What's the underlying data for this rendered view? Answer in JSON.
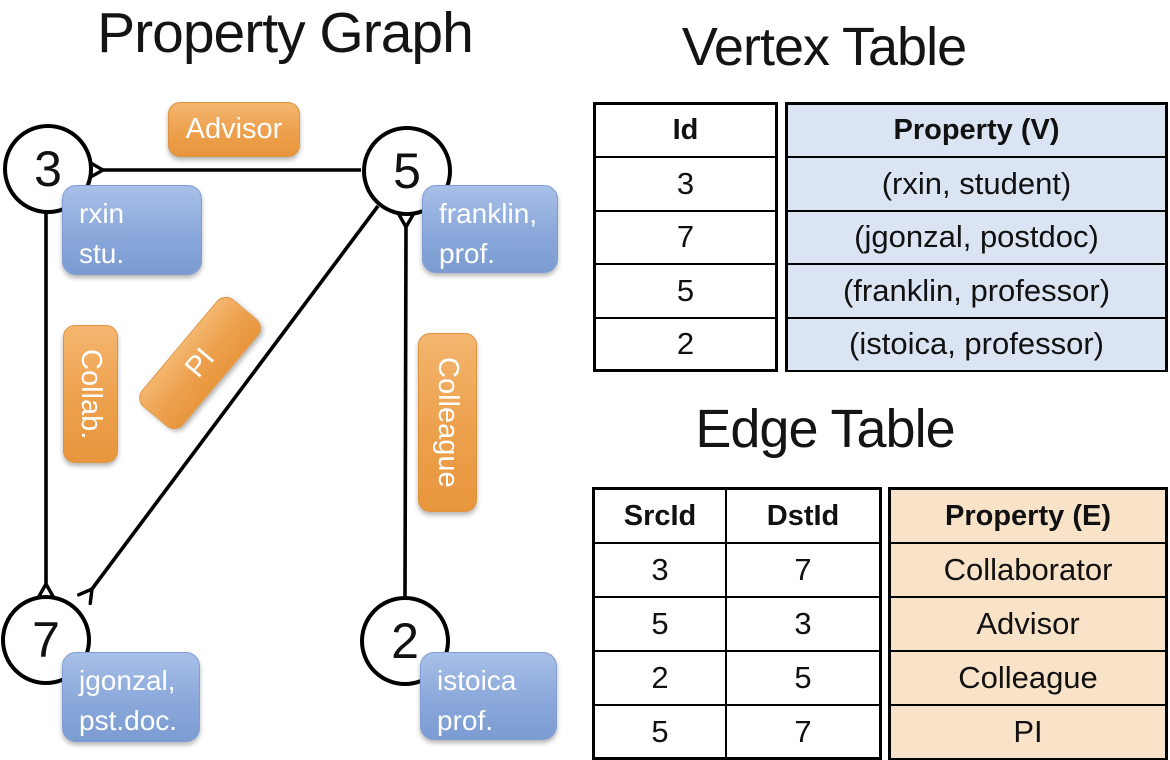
{
  "graph": {
    "title": "Property Graph",
    "nodes": [
      {
        "id": "3",
        "line1": "rxin",
        "line2": "stu."
      },
      {
        "id": "5",
        "line1": "franklin,",
        "line2": "prof."
      },
      {
        "id": "7",
        "line1": "jgonzal,",
        "line2": "pst.doc."
      },
      {
        "id": "2",
        "line1": "istoica",
        "line2": "prof."
      }
    ],
    "edge_labels": {
      "advisor": "Advisor",
      "collab": "Collab.",
      "pi": "PI",
      "colleague": "Colleague"
    }
  },
  "vertex_table": {
    "title": "Vertex Table",
    "columns": {
      "id": "Id",
      "property": "Property (V)"
    },
    "rows": [
      {
        "id": "3",
        "property": "(rxin, student)"
      },
      {
        "id": "7",
        "property": "(jgonzal, postdoc)"
      },
      {
        "id": "5",
        "property": "(franklin, professor)"
      },
      {
        "id": "2",
        "property": "(istoica, professor)"
      }
    ]
  },
  "edge_table": {
    "title": "Edge Table",
    "columns": {
      "src": "SrcId",
      "dst": "DstId",
      "property": "Property (E)"
    },
    "rows": [
      {
        "src": "3",
        "dst": "7",
        "property": "Collaborator"
      },
      {
        "src": "5",
        "dst": "3",
        "property": "Advisor"
      },
      {
        "src": "2",
        "dst": "5",
        "property": "Colleague"
      },
      {
        "src": "5",
        "dst": "7",
        "property": "PI"
      }
    ]
  },
  "colors": {
    "edge_label_orange": "#eda04c",
    "vertex_callout_blue": "#8aa8da",
    "vertex_property_fill": "#dbe4f3",
    "edge_property_fill": "#f8e2c8",
    "line_black": "#000000",
    "text_white": "#ffffff"
  }
}
